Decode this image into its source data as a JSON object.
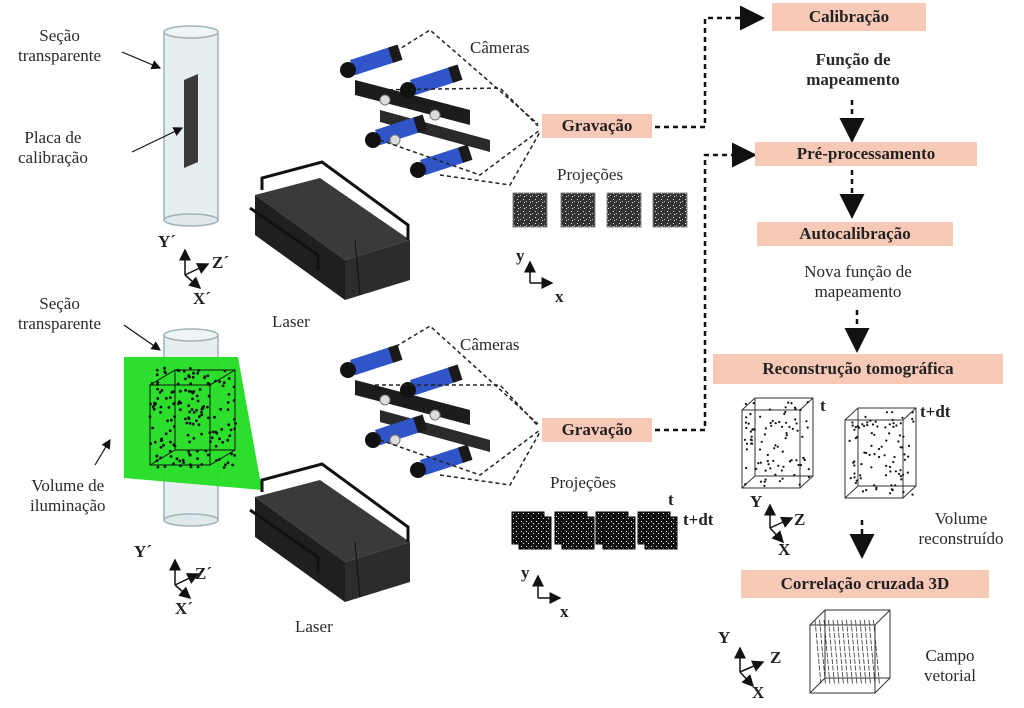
{
  "left_top": {
    "secao": [
      "Seção",
      "transparente"
    ],
    "placa": [
      "Placa de",
      "calibração"
    ],
    "axes": {
      "y": "Y´",
      "z": "Z´",
      "x": "X´"
    }
  },
  "left_bottom": {
    "secao": [
      "Seção",
      "transparente"
    ],
    "volume": [
      "Volume de",
      "iluminação"
    ],
    "axes": {
      "y": "Y´",
      "z": "Z´",
      "x": "X´"
    }
  },
  "laser": "Laser",
  "cameras": "Câmeras",
  "gravacao": "Gravação",
  "projecoes": "Projeções",
  "proj_axes": {
    "y": "y",
    "x": "x"
  },
  "time_labels": {
    "t": "t",
    "tdt": "t+dt"
  },
  "right": {
    "calibracao": "Calibração",
    "funcao": [
      "Função de",
      "mapeamento"
    ],
    "preproc": "Pré-processamento",
    "autocal": "Autocalibração",
    "nova_funcao": [
      "Nova função de",
      "mapeamento"
    ],
    "reconstrucao": "Reconstrução tomográfica",
    "t": "t",
    "tdt": "t+dt",
    "volume_rec": [
      "Volume",
      "reconstruído"
    ],
    "correlacao": "Correlação cruzada 3D",
    "campo": [
      "Campo",
      "vetorial"
    ],
    "axes": {
      "y": "Y",
      "z": "Z",
      "x": "X"
    }
  },
  "colors": {
    "box": "#f7c9b6",
    "green": "#22dd22",
    "camera_blue": "#2f55c8"
  }
}
